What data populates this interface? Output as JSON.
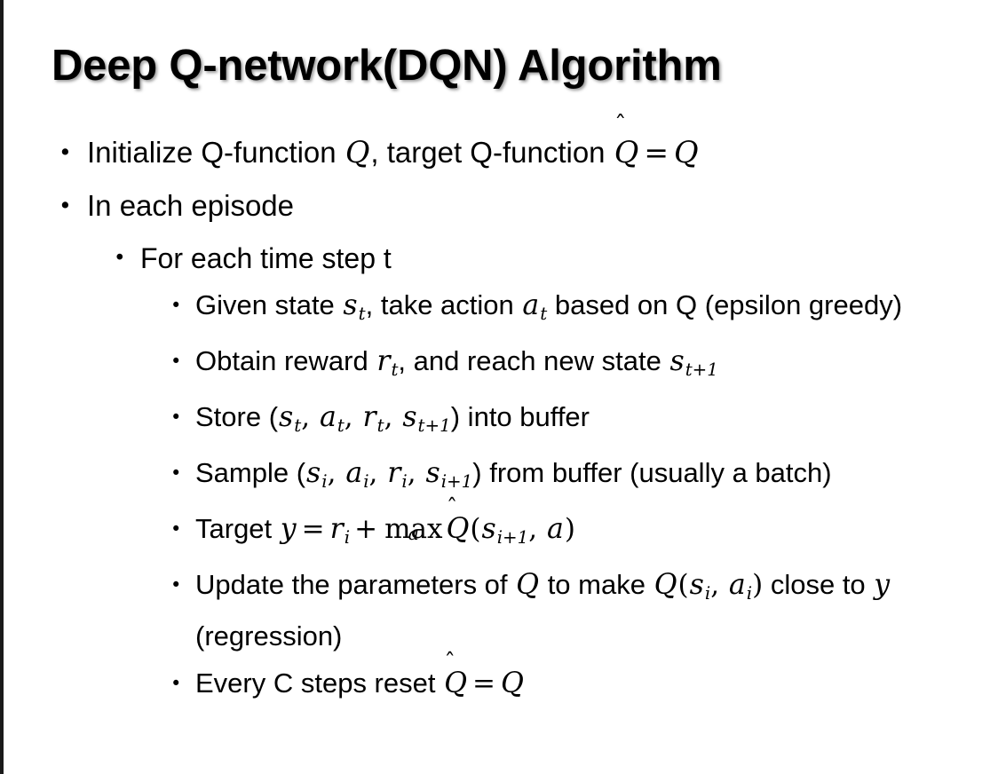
{
  "slide": {
    "title": "Deep Q-network(DQN) Algorithm",
    "background_color": "#ffffff",
    "text_color": "#000000",
    "edge_bar_color": "#1a1a1a",
    "bullet_glyph": "•"
  },
  "content": {
    "l1_initialize": {
      "pre": "Initialize Q-function ",
      "q1": "Q",
      "mid": ", target Q-function ",
      "qhat": "Q",
      "hat": "̂",
      "eq": "=",
      "q2": "Q"
    },
    "l1_episode": {
      "text": "In each episode"
    },
    "l2_timestep": {
      "text": "For each time step t"
    },
    "l3_given": {
      "pre": "Given state ",
      "s": "s",
      "s_sub": "t",
      "mid": ", take action ",
      "a": "a",
      "a_sub": "t",
      "post": " based on Q (epsilon greedy)"
    },
    "l3_obtain": {
      "pre": "Obtain reward ",
      "r": "r",
      "r_sub": "t",
      "mid": ", and reach new state ",
      "s": "s",
      "s_sub": "t+1"
    },
    "l3_store": {
      "pre": "Store (",
      "s1": "s",
      "s1_sub": "t",
      "sep1": ", ",
      "a1": "a",
      "a1_sub": "t",
      "sep2": ", ",
      "r1": "r",
      "r1_sub": "t",
      "sep3": ", ",
      "s2": "s",
      "s2_sub": "t+1",
      "post": ") into buffer"
    },
    "l3_sample": {
      "pre": "Sample (",
      "s1": "s",
      "s1_sub": "i",
      "sep1": ", ",
      "a1": "a",
      "a1_sub": "i",
      "sep2": ", ",
      "r1": "r",
      "r1_sub": "i",
      "sep3": ", ",
      "s2": "s",
      "s2_sub": "i+1",
      "post": ") from buffer (usually a batch)"
    },
    "l3_target": {
      "pre": "Target ",
      "y": "y",
      "eq": "=",
      "r": "r",
      "r_sub": "i",
      "plus": "+",
      "max": "max",
      "max_limit": "a",
      "qhat": "Q",
      "hat": "̂",
      "open": "(",
      "s": "s",
      "s_sub": "i+1",
      "comma": ", ",
      "a": "a",
      "close": ")"
    },
    "l3_update": {
      "pre": "Update the parameters of ",
      "q1": "Q",
      "mid": " to make ",
      "q2": "Q",
      "open": "(",
      "s": "s",
      "s_sub": "i",
      "comma": ", ",
      "a": "a",
      "a_sub": "i",
      "close": ")",
      "post": " close to ",
      "y": "y",
      "tail": " (regression)"
    },
    "l3_reset": {
      "pre": "Every C steps reset ",
      "qhat": "Q",
      "hat": "̂",
      "eq": "=",
      "q": "Q"
    }
  }
}
